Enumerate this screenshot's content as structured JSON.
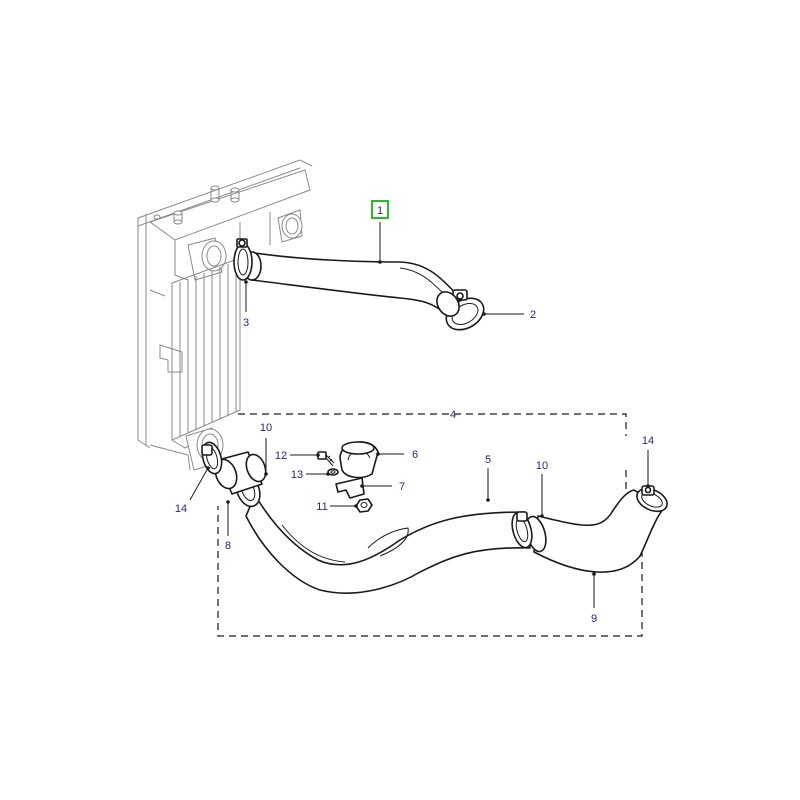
{
  "callouts": {
    "c1": "1",
    "c2": "2",
    "c3": "3",
    "c4": "4",
    "c5": "5",
    "c6": "6",
    "c7": "7",
    "c8": "8",
    "c9": "9",
    "c10a": "10",
    "c10b": "10",
    "c11": "11",
    "c12": "12",
    "c13": "13",
    "c14a": "14",
    "c14b": "14"
  },
  "colors": {
    "callout_text": "#26267a",
    "highlight_box": "#2fb52f",
    "line": "#1a1a1a"
  }
}
